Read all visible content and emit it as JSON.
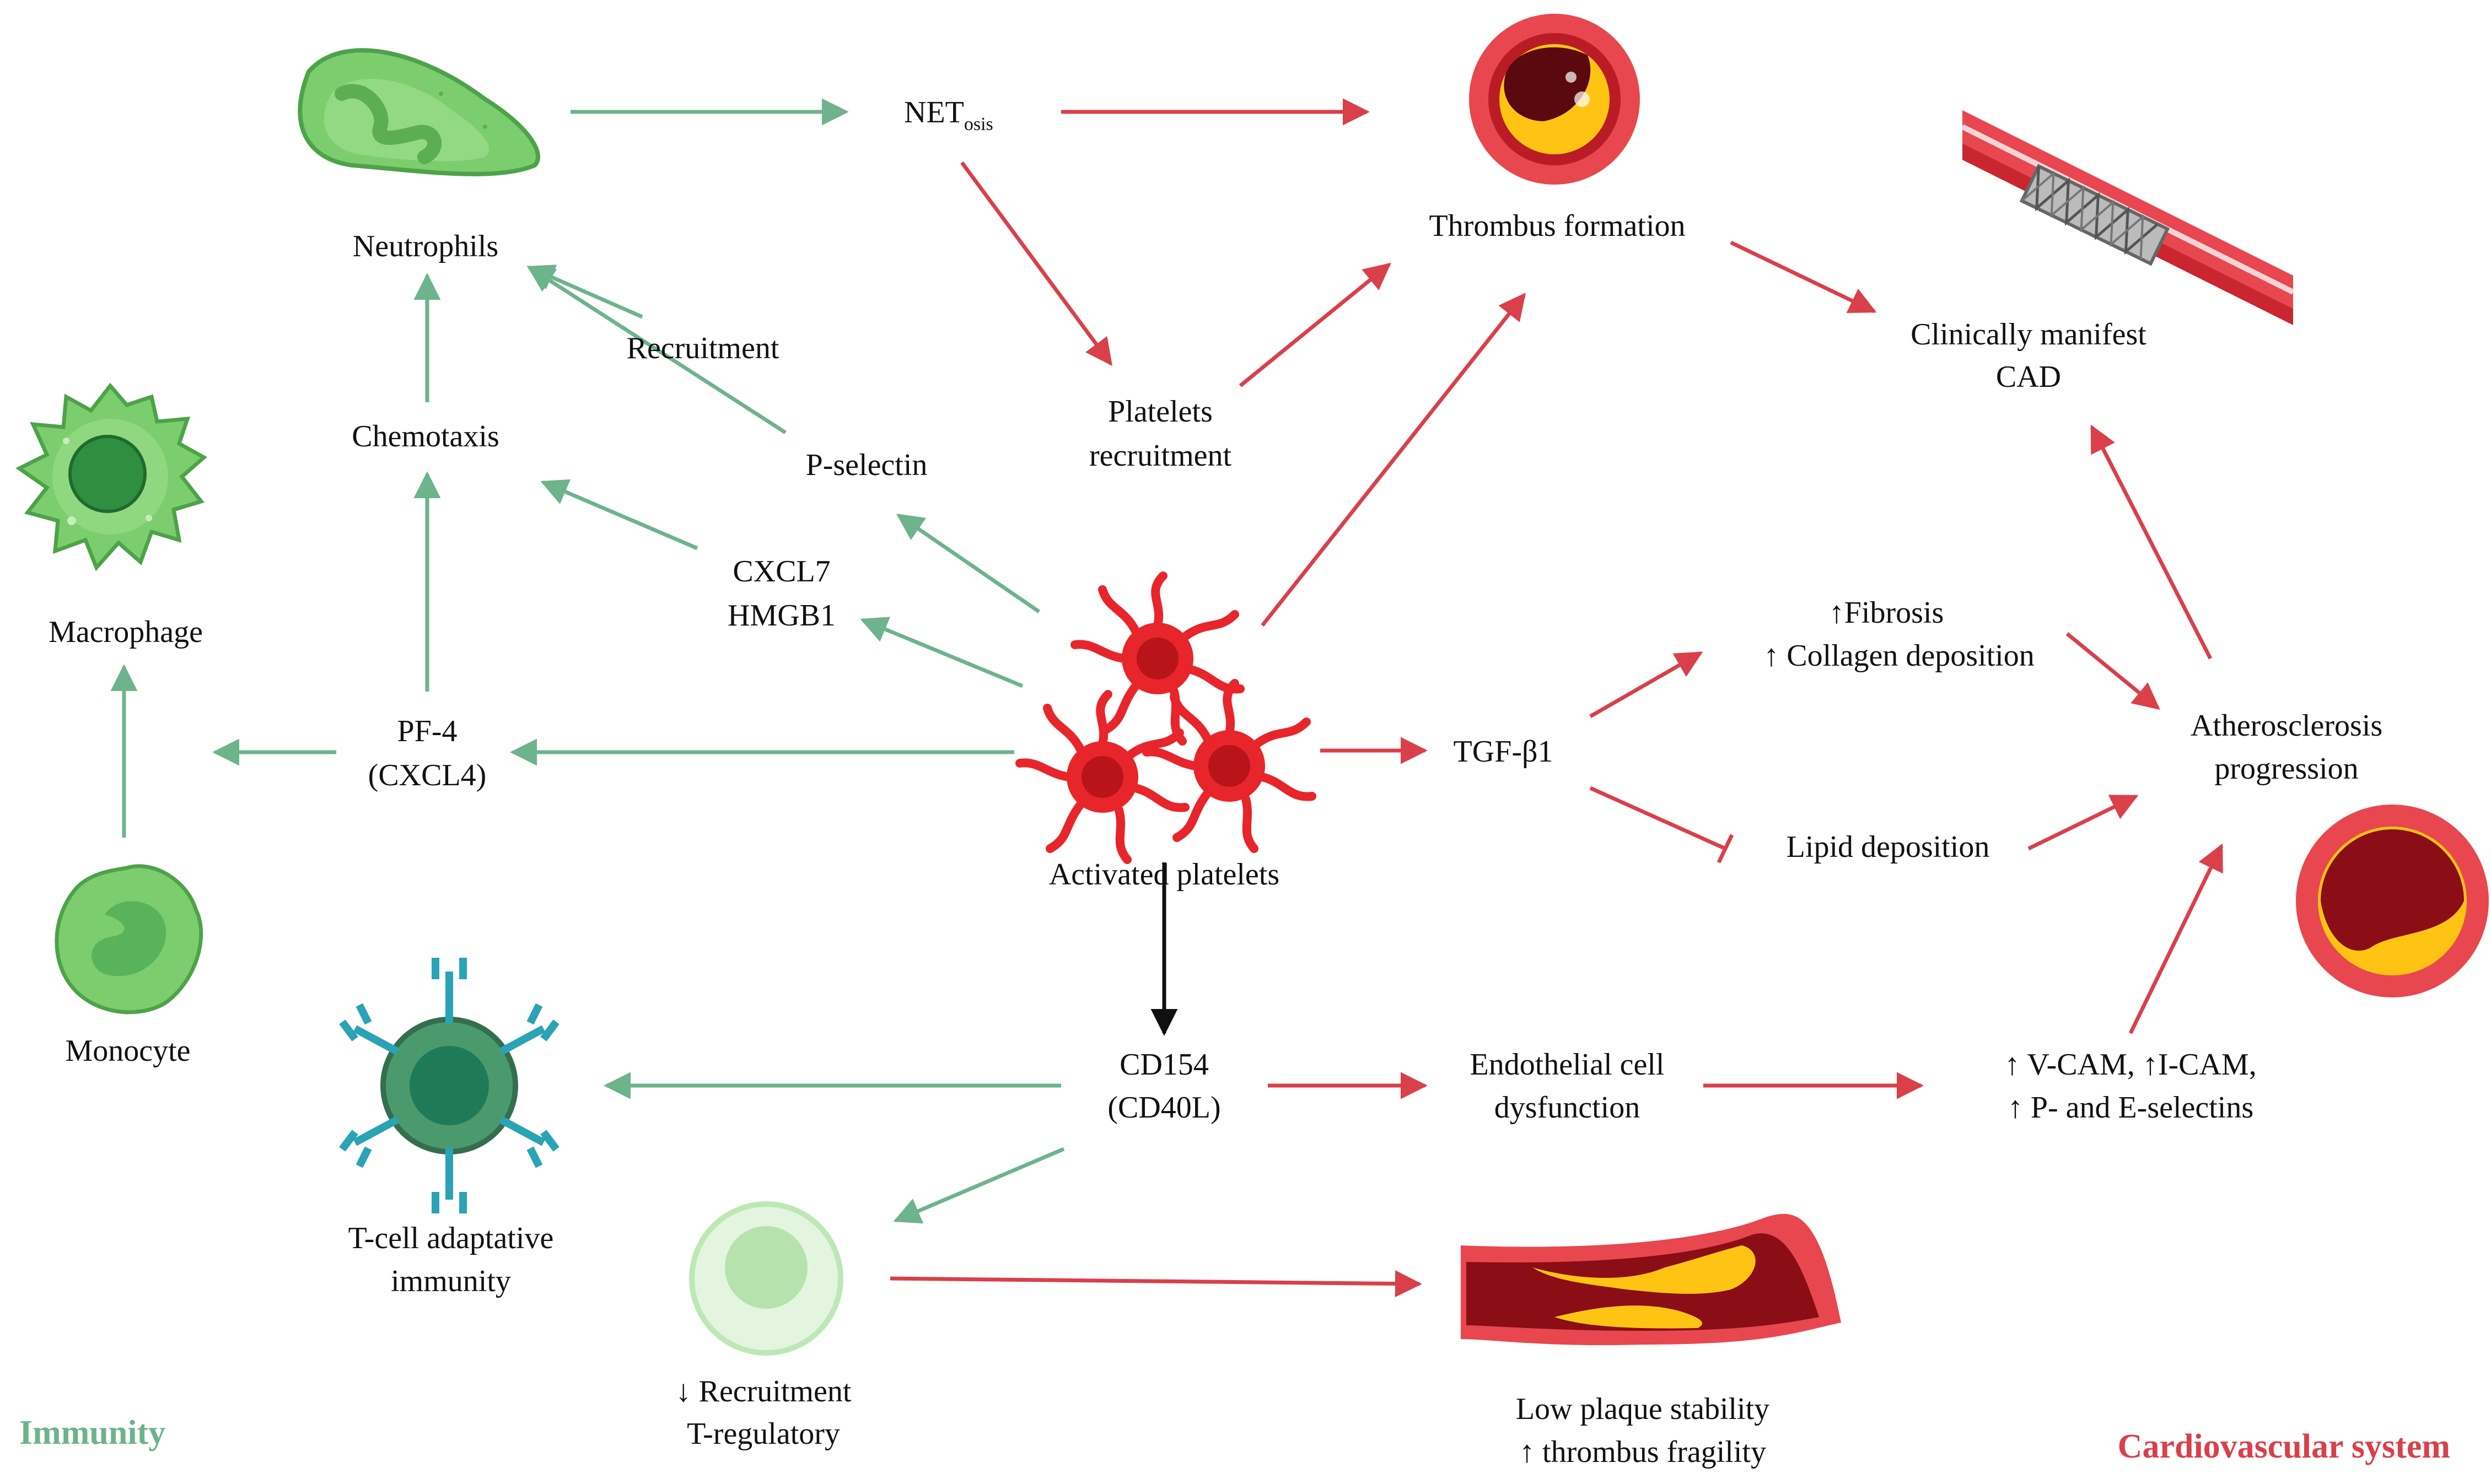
{
  "labels": {
    "netosis_main": "NET",
    "netosis_sub": "osis",
    "neutrophils": "Neutrophils",
    "recruitment": "Recruitment",
    "chemotaxis": "Chemotaxis",
    "p_selectin": "P-selectin",
    "cxcl7": "CXCL7",
    "hmgb1": "HMGB1",
    "macrophage": "Macrophage",
    "pf4_line1": "PF-4",
    "pf4_line2": "(CXCL4)",
    "monocyte": "Monocyte",
    "activated_platelets": "Activated platelets",
    "platelets_recruitment_line1": "Platelets",
    "platelets_recruitment_line2": "recruitment",
    "thrombus_formation": "Thrombus formation",
    "clinically_manifest_line1": "Clinically manifest",
    "clinically_manifest_line2": "CAD",
    "fibrosis": "↑Fibrosis",
    "collagen": "↑ Collagen deposition",
    "tgf": "TGF-β1",
    "lipid": "Lipid deposition",
    "athero_line1": "Atherosclerosis",
    "athero_line2": "progression",
    "cd154_line1": "CD154",
    "cd154_line2": "(CD40L)",
    "endothelial_line1": "Endothelial cell",
    "endothelial_line2": "dysfunction",
    "vcam_line1": "↑ V-CAM, ↑I-CAM,",
    "vcam_line2": "↑ P- and E-selectins",
    "tcell_line1": "T-cell adaptative",
    "tcell_line2": "immunity",
    "treg_line1": "↓ Recruitment",
    "treg_line2": "T-regulatory",
    "plaque_line1": "Low plaque stability",
    "plaque_line2": "↑ thrombus fragility"
  },
  "sections": {
    "immunity": "Immunity",
    "cardiovascular": "Cardiovascular system"
  },
  "colors": {
    "immunity_green": "#6db38c",
    "cardio_red": "#d9404a",
    "neutral_black": "#111111",
    "platelet_red": "#e8252b",
    "cell_green": "#7ccd6e",
    "tcell_teal": "#3e8f68"
  },
  "icons": [
    "neutrophil-icon",
    "macrophage-icon",
    "monocyte-icon",
    "activated-platelet-icon",
    "thrombus-vessel-icon",
    "stent-vessel-icon",
    "atherosclerotic-vessel-icon",
    "t-cell-icon",
    "t-regulatory-cell-icon",
    "ruptured-plaque-vessel-icon"
  ]
}
